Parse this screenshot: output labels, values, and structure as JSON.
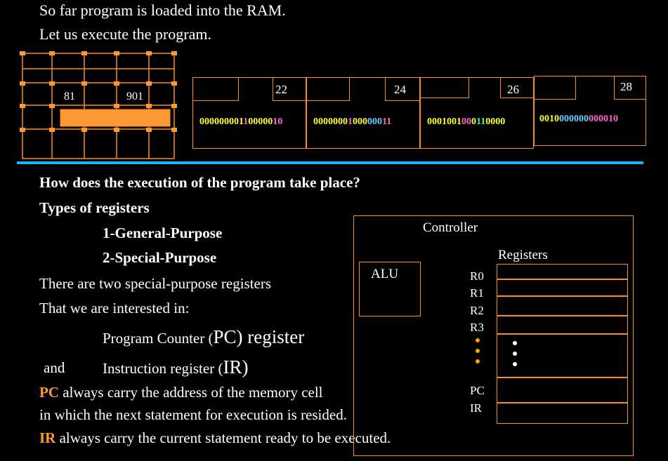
{
  "intro": {
    "line1": "So far program is loaded into the RAM.",
    "line2": "Let us execute the program."
  },
  "ram_grid": {
    "cells": [
      "81",
      "901"
    ]
  },
  "memory_cells": [
    {
      "address": "22",
      "bits": [
        {
          "t": "000000001",
          "c": "#ffff33"
        },
        {
          "t": "1",
          "c": "#ff66cc"
        },
        {
          "t": "00000",
          "c": "#ffff33"
        },
        {
          "t": "10",
          "c": "#ff66cc"
        }
      ]
    },
    {
      "address": "24",
      "bits": [
        {
          "t": "0000000",
          "c": "#ffff33"
        },
        {
          "t": "1",
          "c": "#ff66cc"
        },
        {
          "t": "000",
          "c": "#ffff33"
        },
        {
          "t": "000",
          "c": "#66ccff"
        },
        {
          "t": "11",
          "c": "#ff66cc"
        }
      ]
    },
    {
      "address": "26",
      "bits": [
        {
          "t": "0001001",
          "c": "#ffff33"
        },
        {
          "t": "00",
          "c": "#ff66cc"
        },
        {
          "t": "0",
          "c": "#ffff33"
        },
        {
          "t": "11",
          "c": "#33ff99"
        },
        {
          "t": "0000",
          "c": "#ffff33"
        }
      ]
    },
    {
      "address": "28",
      "bits": [
        {
          "t": "0010",
          "c": "#ffff33"
        },
        {
          "t": "000000",
          "c": "#66ccff"
        },
        {
          "t": "000010",
          "c": "#ff66cc"
        }
      ]
    }
  ],
  "memory_bits_plain": [
    "0000000011000010",
    "0000000100000011",
    "0001001000110000",
    "0010000000000010"
  ],
  "question": "How does the execution of the program take place?",
  "types_heading": "Types of registers",
  "type1": "1-General-Purpose",
  "type2": "2-Special-Purpose",
  "special_line1": "There are two special-purpose registers",
  "special_line2": "That we are interested in:",
  "pc_line": {
    "prefix": "Program Counter (",
    "abbr": "PC",
    "suffix": ") register"
  },
  "and_word": "and",
  "ir_line": {
    "prefix": "Instruction register (",
    "abbr": "IR",
    "suffix": ")"
  },
  "pc_desc": {
    "abbr": "PC",
    "text": " always carry the address of the memory cell"
  },
  "pc_desc2": "in which the next statement for execution is resided.",
  "ir_desc": {
    "abbr": "IR",
    "text": " always carry the current statement ready to be executed."
  },
  "cpu": {
    "controller": "Controller",
    "alu": "ALU",
    "registers_title": "Registers",
    "reg_labels": [
      "R0",
      "R1",
      "R2",
      "R3"
    ],
    "pc": "PC",
    "ir": "IR"
  },
  "colors": {
    "accent": "#ff9933",
    "divider": "#1ab2ff",
    "border": "#ff8c1a"
  }
}
